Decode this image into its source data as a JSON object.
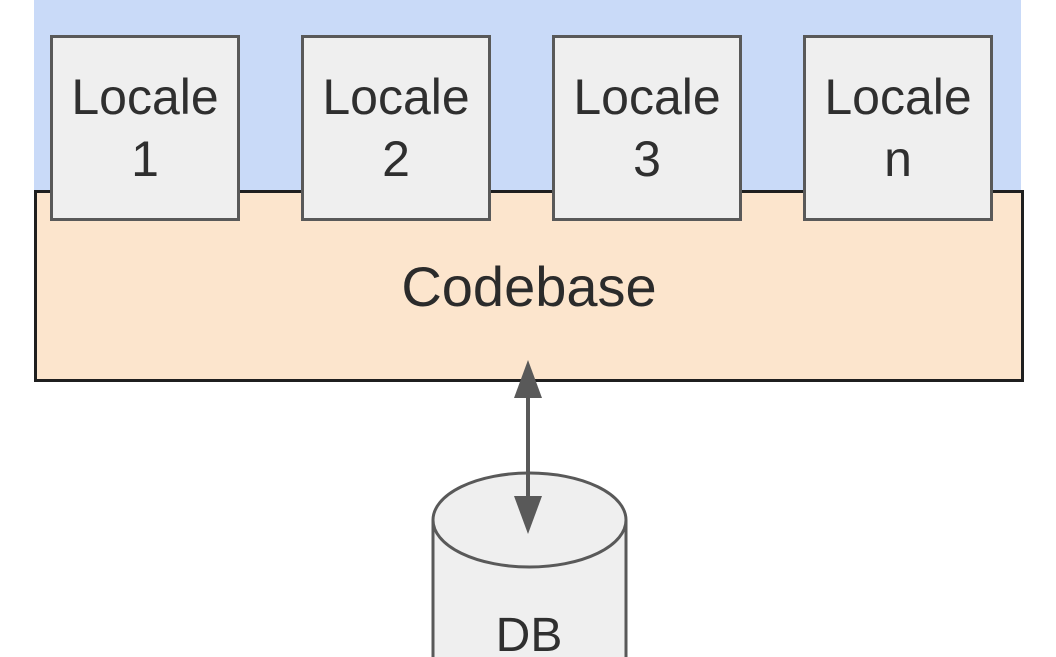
{
  "layers": {
    "top_band_title": "",
    "codebase_label": "Codebase"
  },
  "locales": [
    {
      "line1": "Locale",
      "line2": "1"
    },
    {
      "line1": "Locale",
      "line2": "2"
    },
    {
      "line1": "Locale",
      "line2": "3"
    },
    {
      "line1": "Locale",
      "line2": "n"
    }
  ],
  "database": {
    "label": "DB"
  },
  "colors": {
    "band_fill": "#c9daf8",
    "codebase_fill": "#fce5cd",
    "box_fill": "#efefef",
    "stroke": "#595959"
  },
  "connectors": [
    {
      "from": "Codebase",
      "to": "DB",
      "direction": "bidirectional"
    }
  ]
}
